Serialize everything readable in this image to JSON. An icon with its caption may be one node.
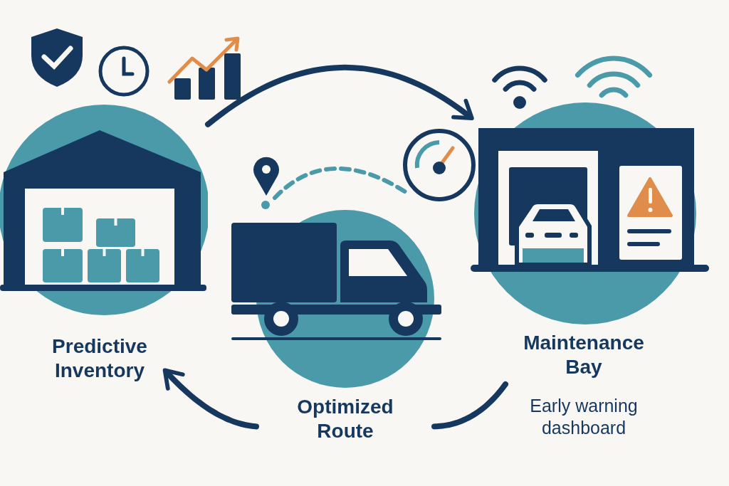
{
  "diagram": {
    "nodes": [
      {
        "text": [
          "Predictive Inventory"
        ]
      },
      {
        "text": [
          "Optimized Route"
        ]
      },
      {
        "text": [
          "Maintenance Bay",
          "Early warning dashboard"
        ]
      }
    ],
    "edges": [
      {
        "from": 0,
        "to": 2,
        "arrow": "to"
      },
      {
        "from": 1,
        "to": 0,
        "arrow": "to"
      },
      {
        "from": 1,
        "to": 2,
        "arrow": "none"
      }
    ]
  }
}
